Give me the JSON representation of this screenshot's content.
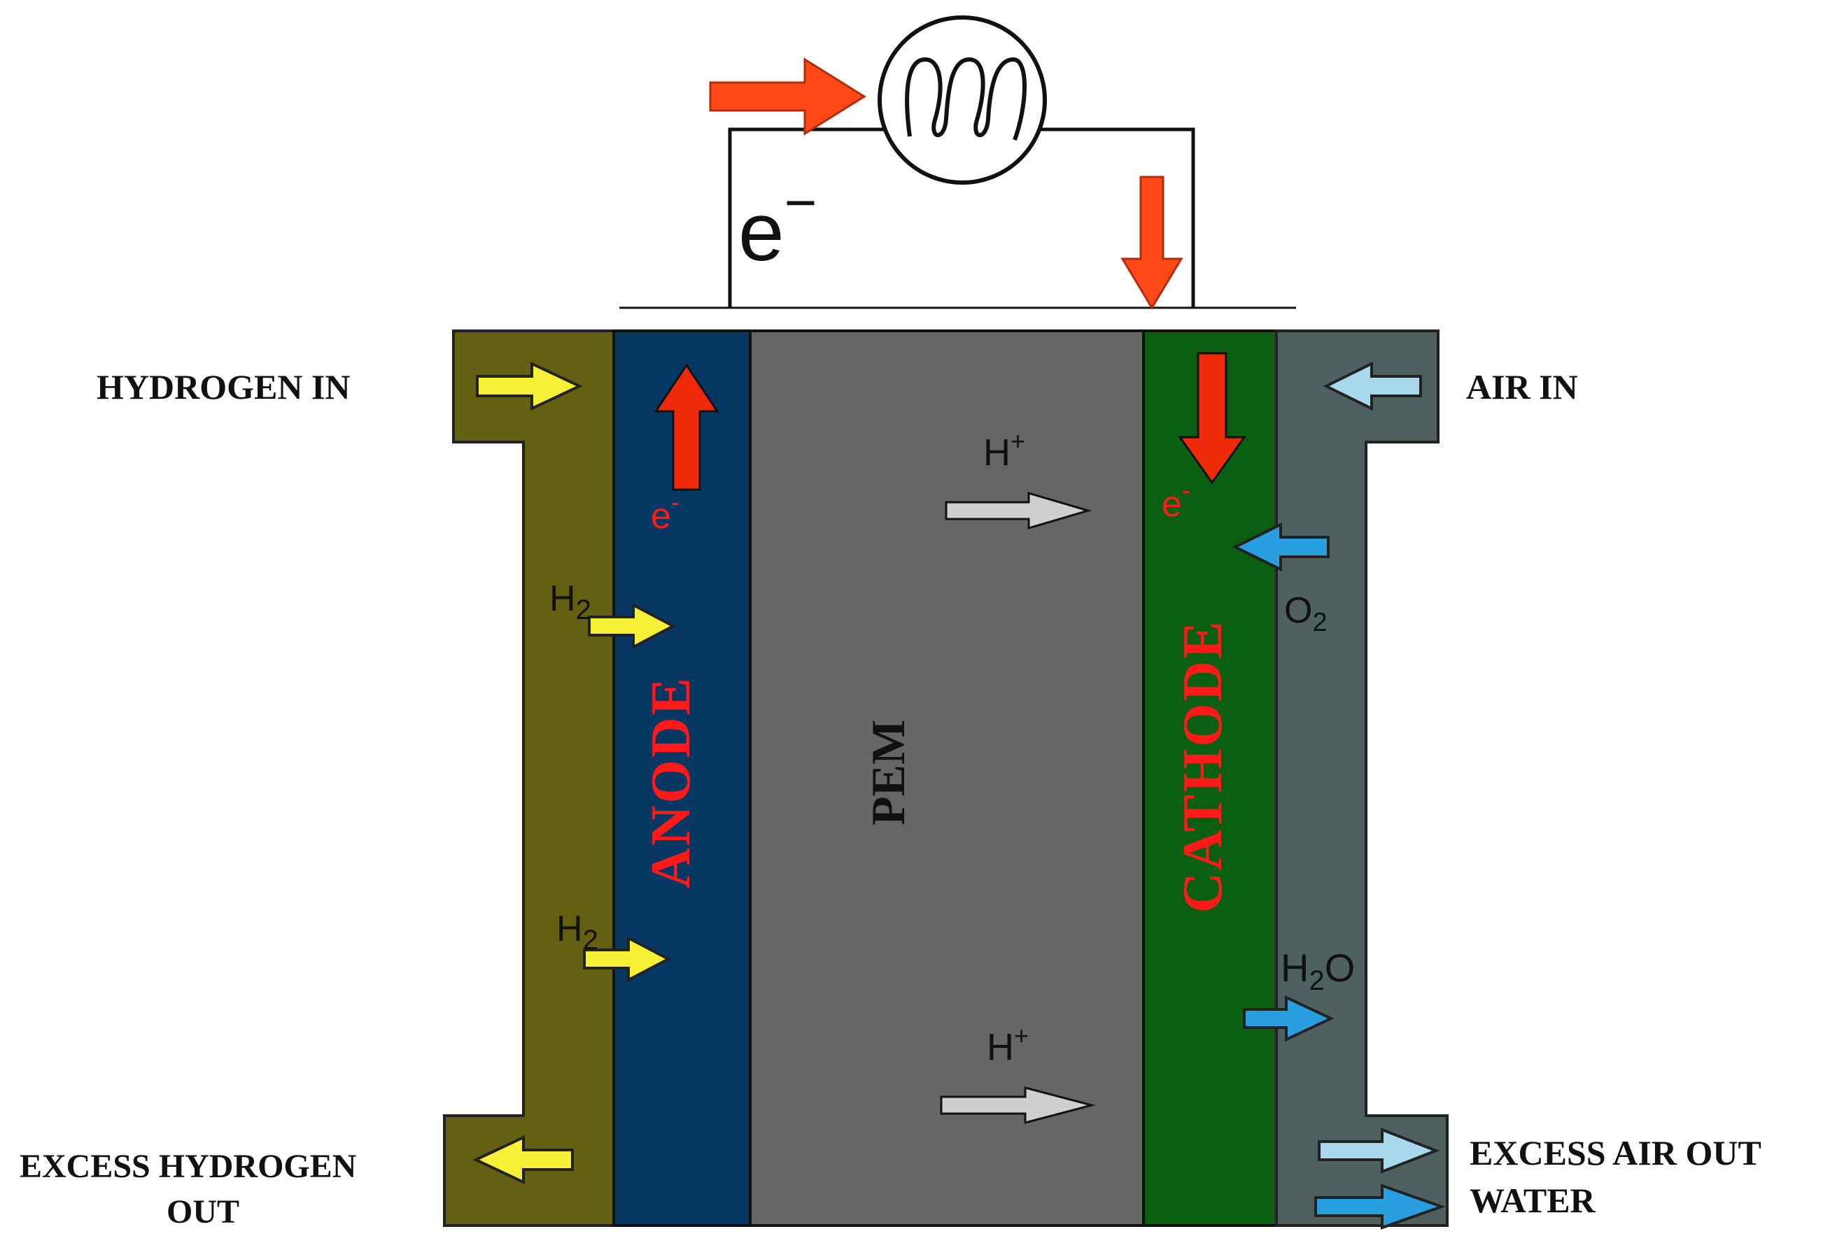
{
  "labels": {
    "hydrogen_in": "HYDROGEN IN",
    "air_in": "AIR IN",
    "excess_hydrogen_out_line1": "EXCESS HYDROGEN",
    "excess_hydrogen_out_line2": "OUT",
    "excess_air_out": "EXCESS AIR OUT",
    "water": "WATER",
    "anode": "ANODE",
    "cathode": "CATHODE",
    "pem": "PEM"
  },
  "species": {
    "electron_circuit": "e",
    "electron_circuit_sup": "−",
    "electron_anode": "e",
    "electron_anode_sup": "-",
    "electron_cathode": "e",
    "electron_cathode_sup": "-",
    "hydrogen_ion": "H",
    "hydrogen_ion_sup": "+",
    "hydrogen_gas": "H",
    "hydrogen_gas_sub": "2",
    "oxygen": "O",
    "oxygen_sub": "2",
    "water_h": "H",
    "water_sub": "2",
    "water_o": "O"
  },
  "colors": {
    "gas_channel_anode": "#636111",
    "anode": "#073763",
    "pem": "#666666",
    "cathode": "#0b5f12",
    "gas_channel_cathode": "#4f6060",
    "electron_arrow": "#ee2a0b",
    "electron_flow_arrow": "#ff4a17",
    "hydrogen_arrow": "#f6f036",
    "proton_arrow": "#cfcfcf",
    "air_arrow": "#a9d7ec",
    "oxygen_water_arrow": "#2a9fe0",
    "label_red": "#ff1a1a"
  }
}
